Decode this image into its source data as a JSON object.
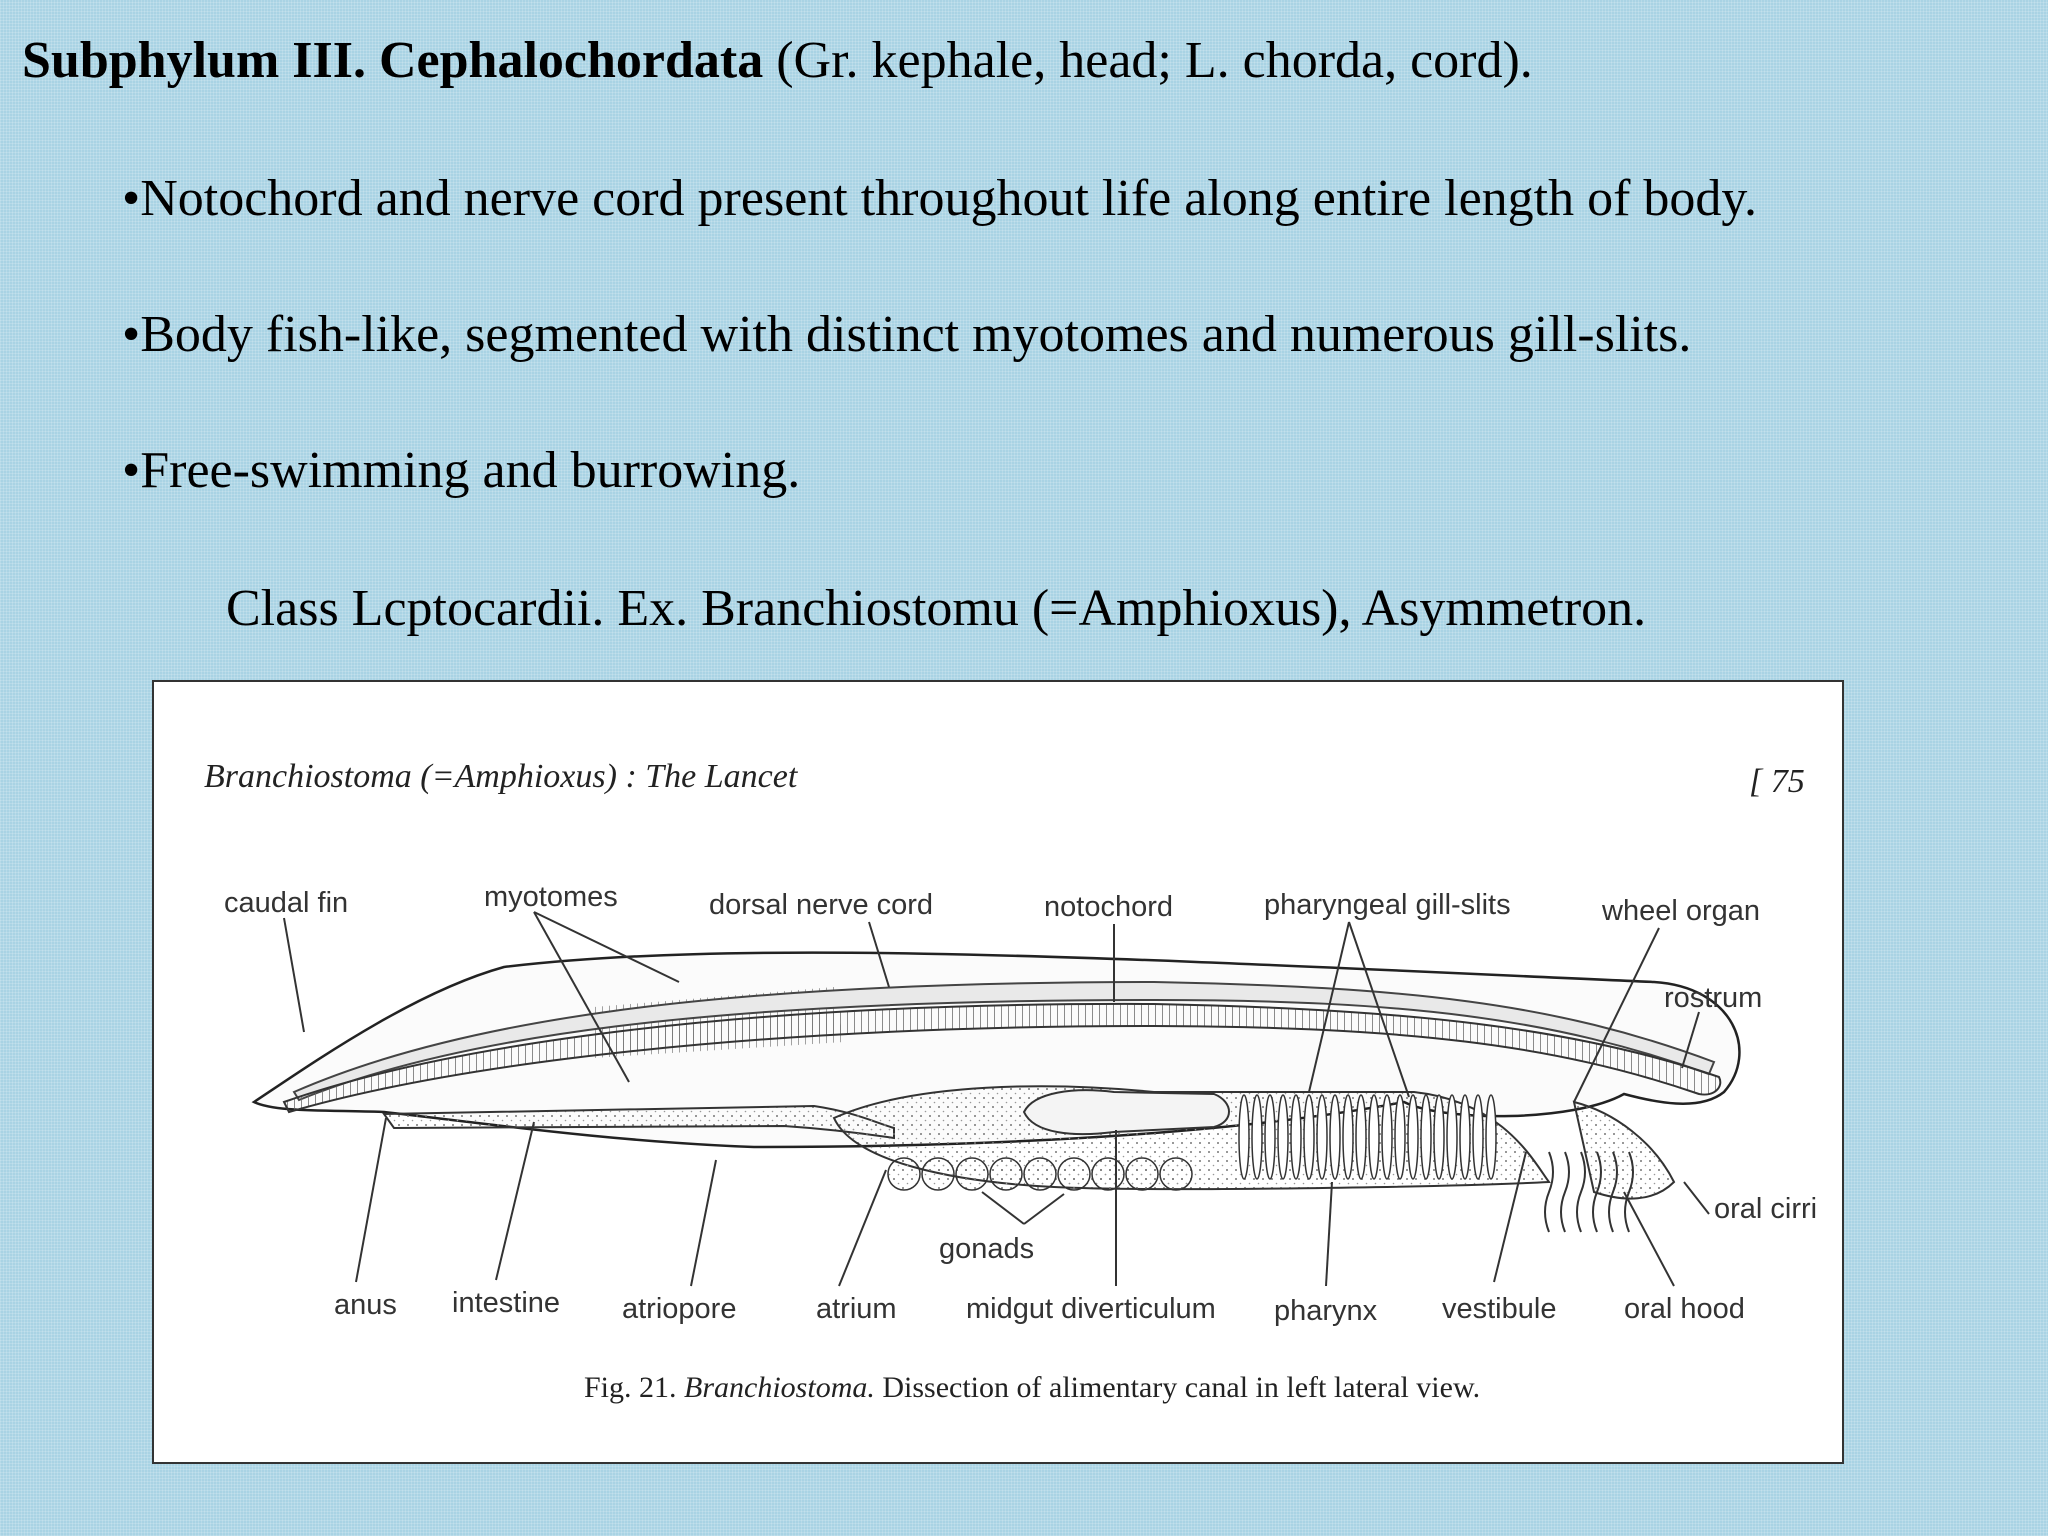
{
  "title": {
    "bold": "Subphylum III. Cephalochordata",
    "rest": " (Gr. kephale, head; L. chorda, cord)."
  },
  "bullets": [
    "•Notochord and nerve cord present throughout life along entire length of body.",
    "•Body fish-like, segmented with distinct myotomes and numerous gill-slits.",
    "•Free-swimming and burrowing."
  ],
  "class_line": "Class Lcptocardii.  Ex. Branchiostomu (=Amphioxus), Asymmetron.",
  "figure": {
    "header": "Branchiostoma (=Amphioxus) : The Lancet",
    "page_number": "[ 75",
    "labels_top": {
      "caudal_fin": "caudal fin",
      "myotomes": "myotomes",
      "dorsal_nerve_cord": "dorsal nerve cord",
      "notochord": "notochord",
      "pharyngeal_gill_slits": "pharyngeal gill-slits",
      "wheel_organ": "wheel organ",
      "rostrum": "rostrum"
    },
    "labels_bottom": {
      "anus": "anus",
      "intestine": "intestine",
      "atriopore": "atriopore",
      "atrium": "atrium",
      "gonads": "gonads",
      "midgut_diverticulum": "midgut diverticulum",
      "pharynx": "pharynx",
      "vestibule": "vestibule",
      "oral_hood": "oral hood",
      "oral_cirri": "oral cirri"
    },
    "caption_prefix": "Fig. 21. ",
    "caption_genus": "Branchiostoma.",
    "caption_text": " Dissection of alimentary canal in left lateral view."
  }
}
